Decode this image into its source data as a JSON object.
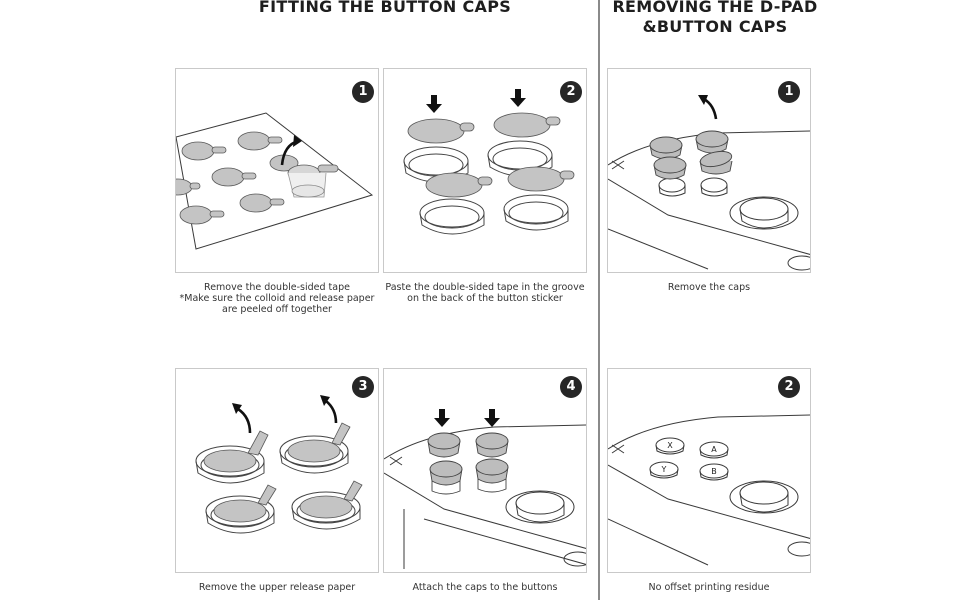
{
  "headings": {
    "left": "FITTING THE BUTTON CAPS",
    "right_line1": "REMOVING THE D-PAD",
    "right_line2": "&BUTTON CAPS"
  },
  "fitting": {
    "steps": [
      {
        "number": "1",
        "caption": [
          "Remove the double-sided tape",
          "*Make sure the colloid and release paper",
          "are peeled off together"
        ]
      },
      {
        "number": "2",
        "caption": [
          "Paste the double-sided tape in the groove",
          "on the back of the button sticker"
        ]
      },
      {
        "number": "3",
        "caption": [
          "Remove the upper release paper"
        ]
      },
      {
        "number": "4",
        "caption": [
          "Attach the caps to the buttons"
        ]
      }
    ]
  },
  "removing": {
    "steps": [
      {
        "number": "1",
        "caption": [
          "Remove the caps"
        ]
      },
      {
        "number": "2",
        "caption": [
          "No offset printing residue"
        ]
      }
    ]
  },
  "button_letters": [
    "X",
    "A",
    "Y",
    "B"
  ],
  "colors": {
    "sticker_fill": "#c4c4c4",
    "line": "#3a3a3a",
    "badge": "#262626"
  }
}
